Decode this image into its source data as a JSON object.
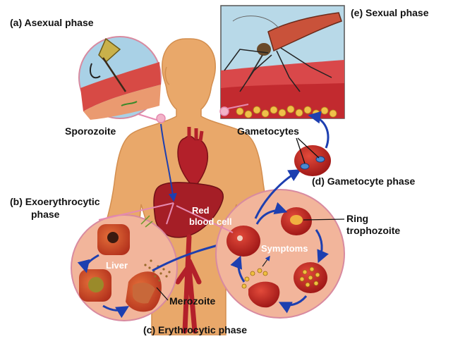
{
  "labels": {
    "asexual_phase": "(a) Asexual phase",
    "sexual_phase": "(e) Sexual phase",
    "sporozoite": "Sporozoite",
    "gametocytes": "Gametocytes",
    "gametocyte_phase": "(d) Gametocyte phase",
    "exo_line1": "(b) Exoerythrocytic",
    "exo_line2": "phase",
    "red_line1": "Red",
    "red_line2": "blood cell",
    "ring_line1": "Ring",
    "ring_line2": "trophozoite",
    "liver": "Liver",
    "symptoms": "Symptoms",
    "merozoite": "Merozoite",
    "erythrocytic_phase": "(c) Erythrocytic phase"
  },
  "colors": {
    "skin": "#e9a86a",
    "skin_shadow": "#d38e4f",
    "organ_red": "#b3202a",
    "cell_red": "#c81e1e",
    "circle_fill": "#f2b59b",
    "circle_stroke": "#d88aa0",
    "arrow_blue": "#1d3fb0",
    "callout_pink": "#e58ab0"
  }
}
